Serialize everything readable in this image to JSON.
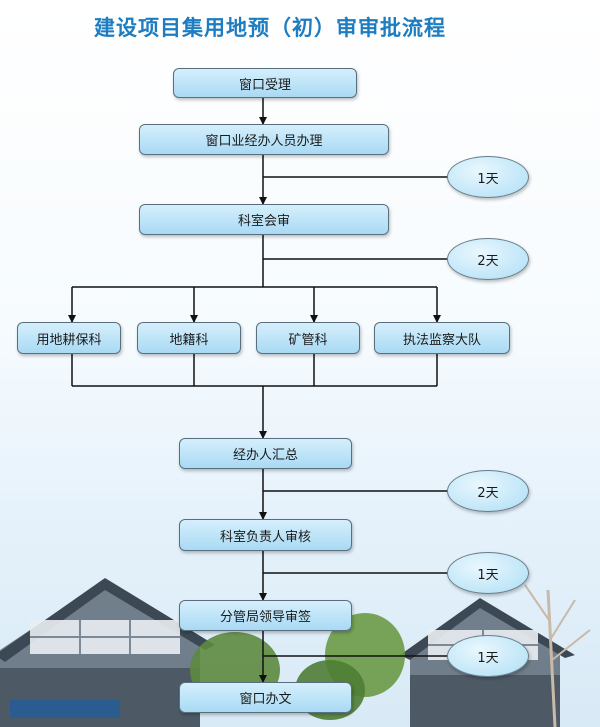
{
  "title": "建设项目集用地预（初）审审批流程",
  "steps": {
    "accept": "窗口受理",
    "handle": "窗口业经办人员办理",
    "review": "科室会审",
    "summary": "经办人汇总",
    "head_review": "科室负责人审核",
    "leader_sign": "分管局领导审签",
    "issue": "窗口办文"
  },
  "departments": [
    "用地耕保科",
    "地籍科",
    "矿管科",
    "执法监察大队"
  ],
  "durations": {
    "after_handle": "1天",
    "after_review": "2天",
    "after_summary": "2天",
    "after_head_review": "1天",
    "after_leader_sign": "1天"
  },
  "colors": {
    "title": "#1e7cc0",
    "box_fill_top": "#d5effc",
    "box_fill_bottom": "#a9daf4",
    "border": "#5a6f7e",
    "line": "#111111"
  }
}
